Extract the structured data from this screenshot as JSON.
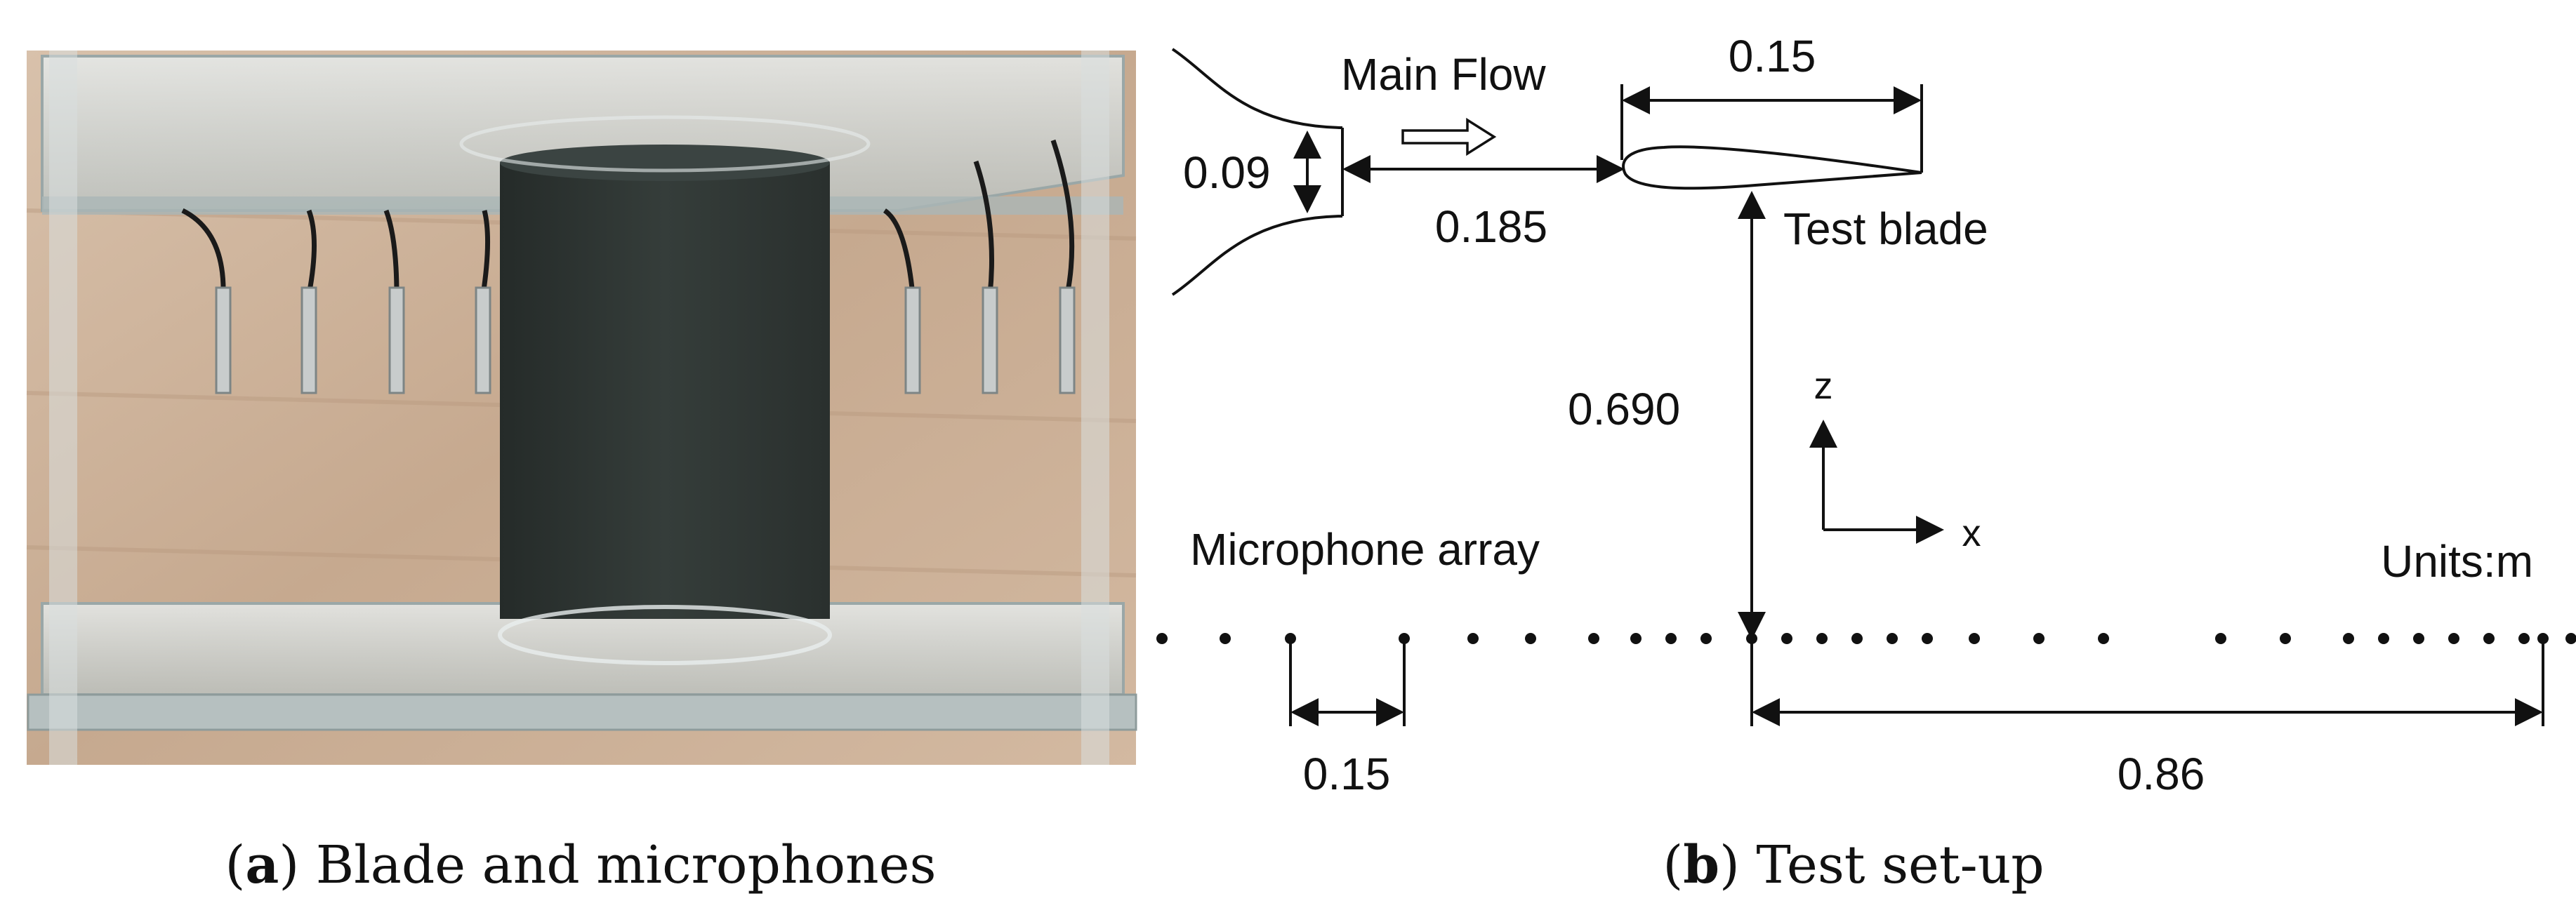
{
  "panel_a": {
    "caption_letter": "a",
    "caption_text": "Blade and microphones"
  },
  "panel_b": {
    "caption_letter": "b",
    "caption_text": "Test set-up",
    "labels": {
      "main_flow": "Main Flow",
      "chord": "0.15",
      "nozzle_height": "0.09",
      "nozzle_to_blade": "0.185",
      "test_blade": "Test blade",
      "array_distance": "0.690",
      "axis_z": "z",
      "axis_x": "x",
      "microphone_array": "Microphone array",
      "units": "Units:m",
      "mic_spacing": "0.15",
      "array_half_length": "0.86"
    },
    "microphones": {
      "count": 29
    }
  },
  "colors": {
    "ink": "#111111",
    "blade": "#2e3532",
    "wood": "#c9ae95",
    "acrylic": "#cfd6d6"
  }
}
